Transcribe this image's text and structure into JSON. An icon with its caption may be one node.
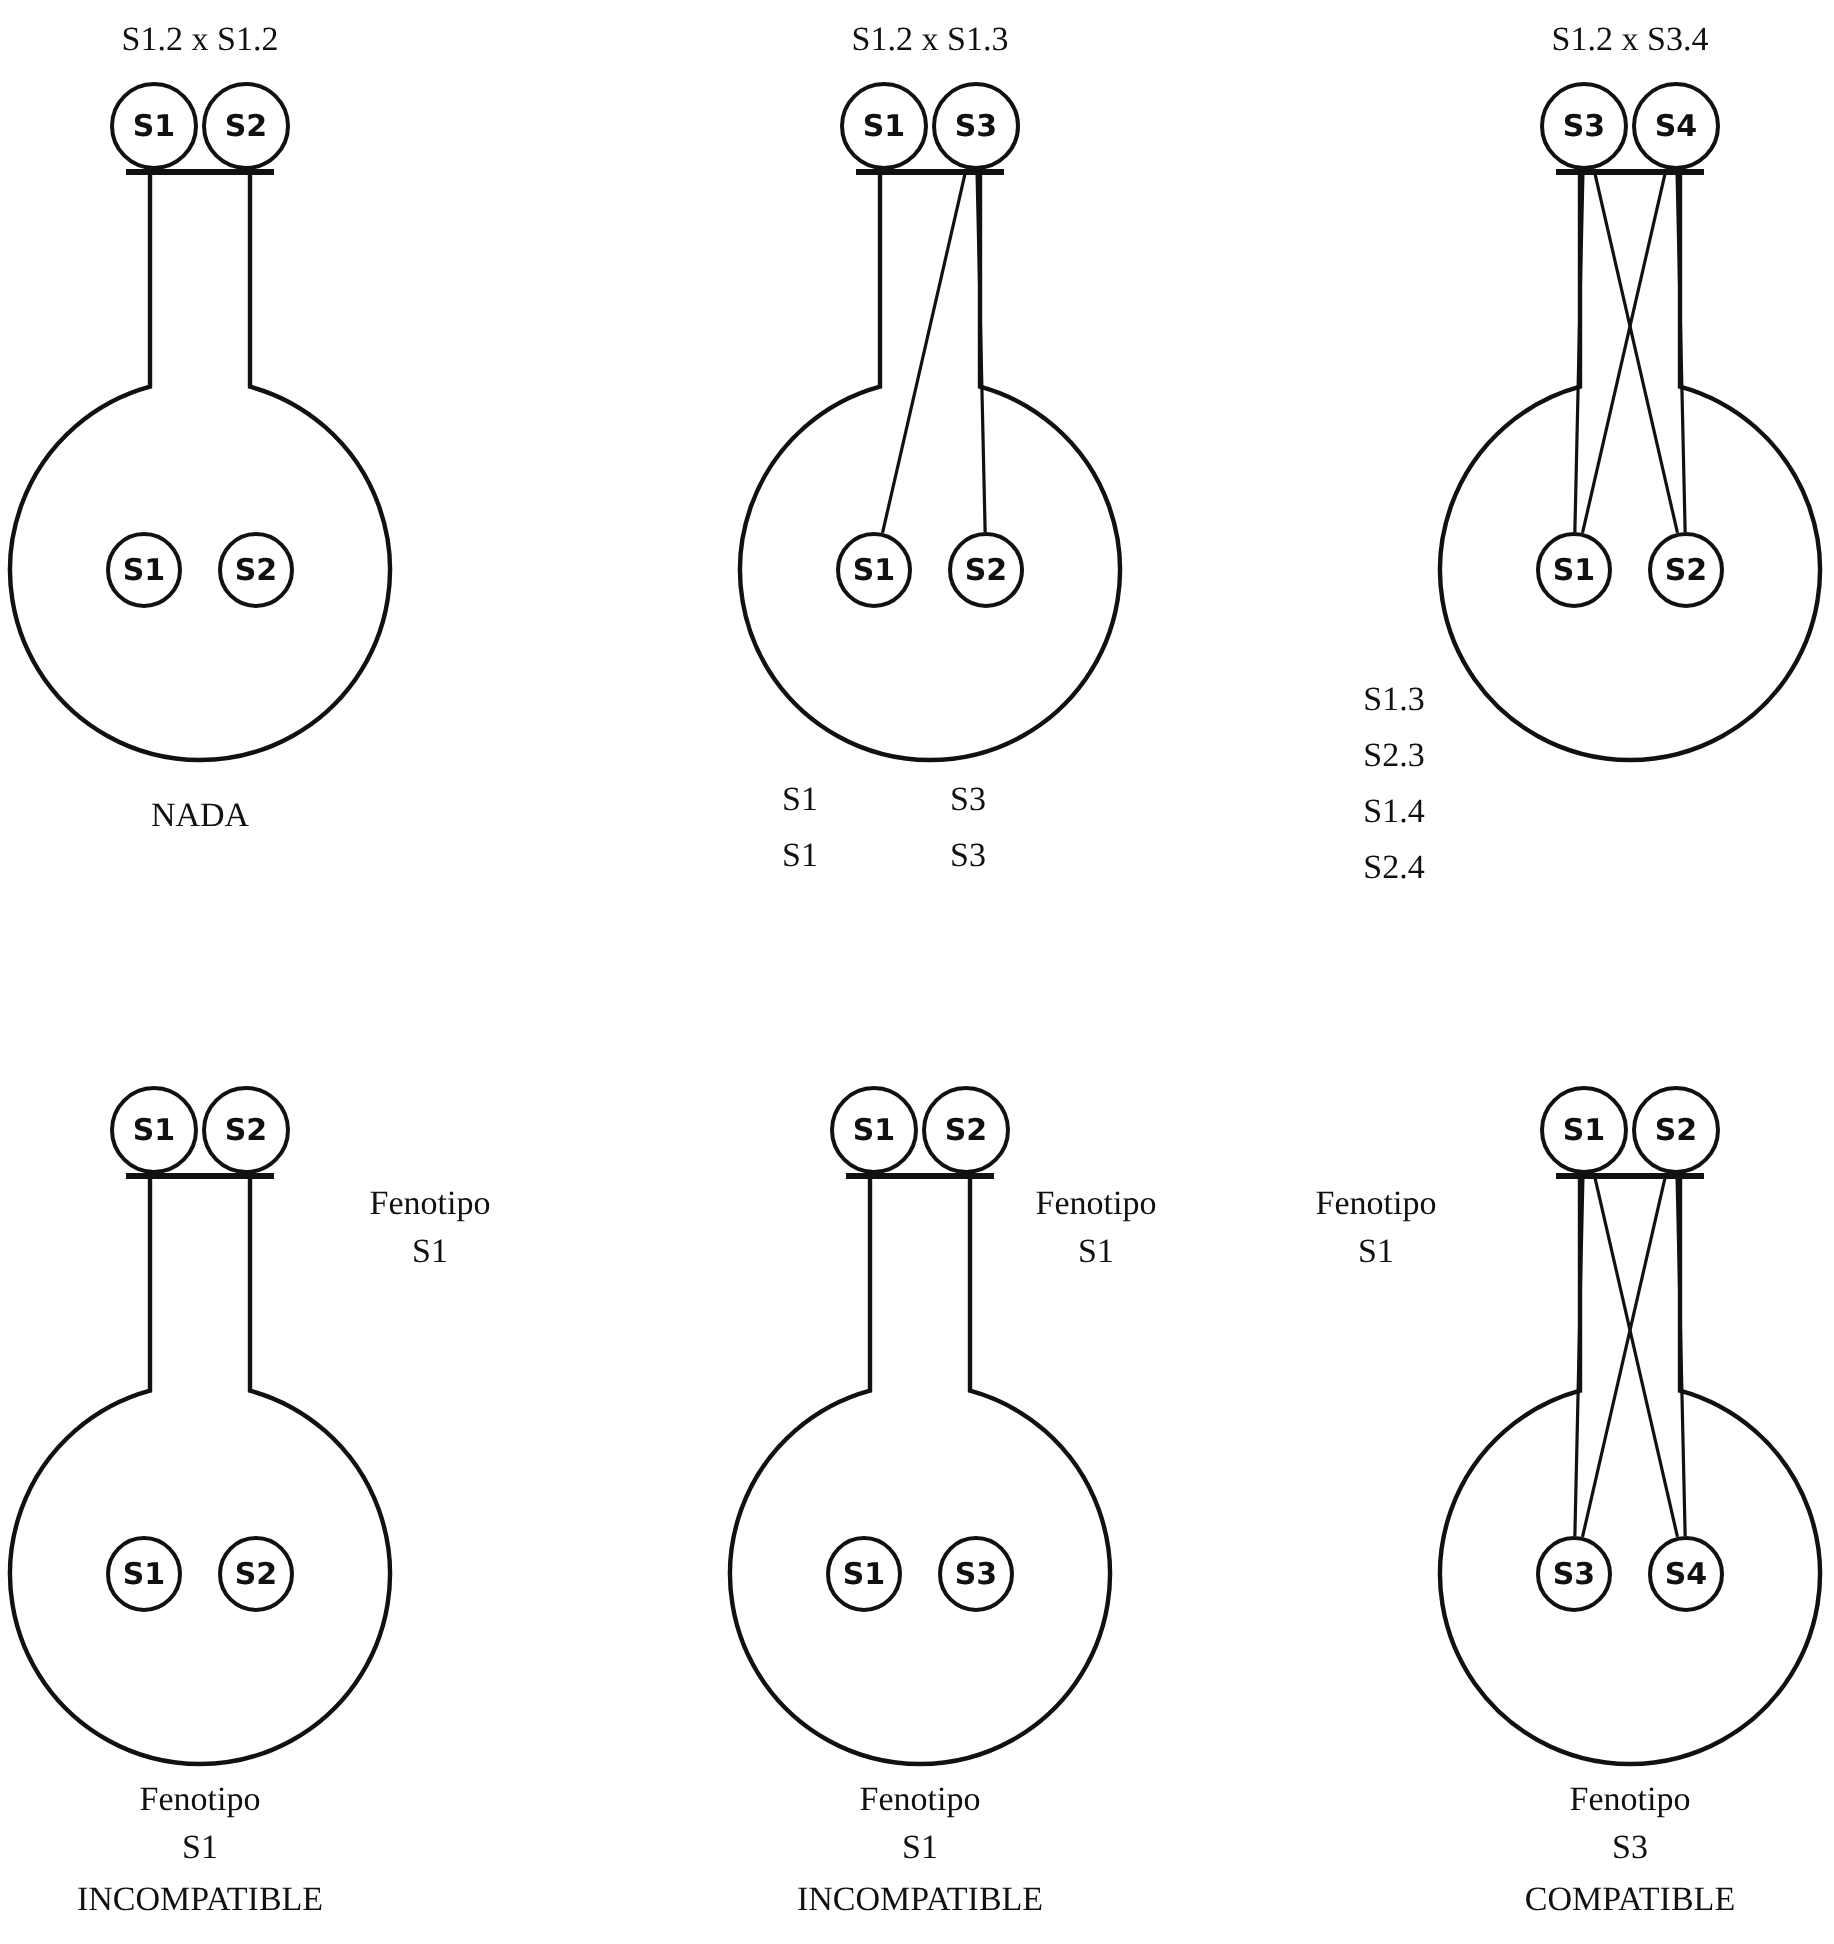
{
  "diagram": {
    "nodes": [
      {
        "text": [
          "S1"
        ]
      },
      {
        "text": [
          "S2"
        ]
      },
      {
        "text": [],
        "shape": "flask"
      },
      {
        "text": [
          "S1"
        ],
        "in": 2
      },
      {
        "text": [
          "S2"
        ],
        "in": 2
      },
      {
        "text": [
          "S1"
        ]
      },
      {
        "text": [
          "S3"
        ]
      },
      {
        "text": [],
        "shape": "flask"
      },
      {
        "text": [
          "S1"
        ],
        "in": 7
      },
      {
        "text": [
          "S2"
        ],
        "in": 7
      },
      {
        "text": [
          "S3"
        ]
      },
      {
        "text": [
          "S4"
        ]
      },
      {
        "text": [],
        "shape": "flask"
      },
      {
        "text": [
          "S1"
        ],
        "in": 12
      },
      {
        "text": [
          "S2"
        ],
        "in": 12
      },
      {
        "text": [
          "S1"
        ]
      },
      {
        "text": [
          "S2"
        ]
      },
      {
        "text": [],
        "shape": "flask"
      },
      {
        "text": [
          "S1"
        ],
        "in": 17
      },
      {
        "text": [
          "S2"
        ],
        "in": 17
      },
      {
        "text": [
          "S1"
        ]
      },
      {
        "text": [
          "S2"
        ]
      },
      {
        "text": [],
        "shape": "flask"
      },
      {
        "text": [
          "S1"
        ],
        "in": 22
      },
      {
        "text": [
          "S3"
        ],
        "in": 22
      },
      {
        "text": [
          "S1"
        ]
      },
      {
        "text": [
          "S2"
        ]
      },
      {
        "text": [],
        "shape": "flask"
      },
      {
        "text": [
          "S3"
        ],
        "in": 27
      },
      {
        "text": [
          "S4"
        ],
        "in": 27
      }
    ],
    "edges": [
      {
        "from": 6,
        "to": 8,
        "arrow": "none"
      },
      {
        "from": 6,
        "to": 9,
        "arrow": "none"
      },
      {
        "from": 10,
        "to": 13,
        "arrow": "none"
      },
      {
        "from": 10,
        "to": 14,
        "arrow": "none"
      },
      {
        "from": 11,
        "to": 13,
        "arrow": "none"
      },
      {
        "from": 11,
        "to": 14,
        "arrow": "none"
      },
      {
        "from": 25,
        "to": 28,
        "arrow": "none"
      },
      {
        "from": 25,
        "to": 29,
        "arrow": "none"
      },
      {
        "from": 26,
        "to": 28,
        "arrow": "none"
      },
      {
        "from": 26,
        "to": 29,
        "arrow": "none"
      }
    ],
    "labels": [
      "S1.2 x S1.2",
      "S1.2 x S1.3",
      "S1.2 x S3.4",
      "NADA",
      "S1",
      "S3",
      "S1",
      "S3",
      "S1.3",
      "S2.3",
      "S1.4",
      "S2.4",
      "Fenotipo S1",
      "Fenotipo S1",
      "Fenotipo S1",
      "Fenotipo S1",
      "INCOMPATIBLE",
      "Fenotipo S1",
      "INCOMPATIBLE",
      "Fenotipo S3",
      "COMPATIBLE"
    ]
  }
}
